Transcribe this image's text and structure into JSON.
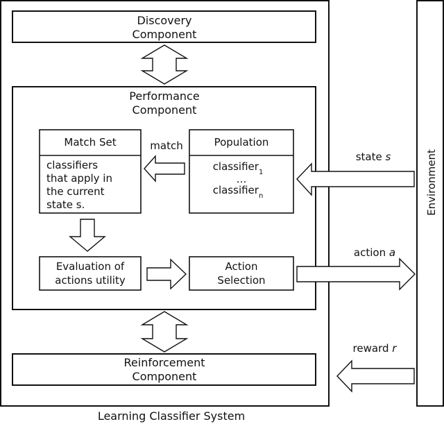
{
  "system": {
    "label": "Learning Classifier System"
  },
  "environment": {
    "label": "Environment"
  },
  "discovery": {
    "line1": "Discovery",
    "line2": "Component"
  },
  "performance": {
    "line1": "Performance",
    "line2": "Component"
  },
  "match_set": {
    "title": "Match Set",
    "lines": [
      "classifiers",
      "that apply in",
      "the current",
      "state s."
    ]
  },
  "match_arrow": {
    "label": "match"
  },
  "population": {
    "title": "Population",
    "item_first": "classifier",
    "item_first_sub": "1",
    "ellipsis": "…",
    "item_last": "classifier",
    "item_last_sub": "n"
  },
  "evaluation": {
    "line1": "Evaluation of",
    "line2": "actions utility"
  },
  "action_selection": {
    "line1": "Action",
    "line2": "Selection"
  },
  "reinforcement": {
    "line1": "Reinforcement",
    "line2": "Component"
  },
  "signals": {
    "state_prefix": "state ",
    "state_symbol": "s",
    "action_prefix": "action ",
    "action_symbol": "a",
    "reward_prefix": "reward ",
    "reward_symbol": "r"
  }
}
